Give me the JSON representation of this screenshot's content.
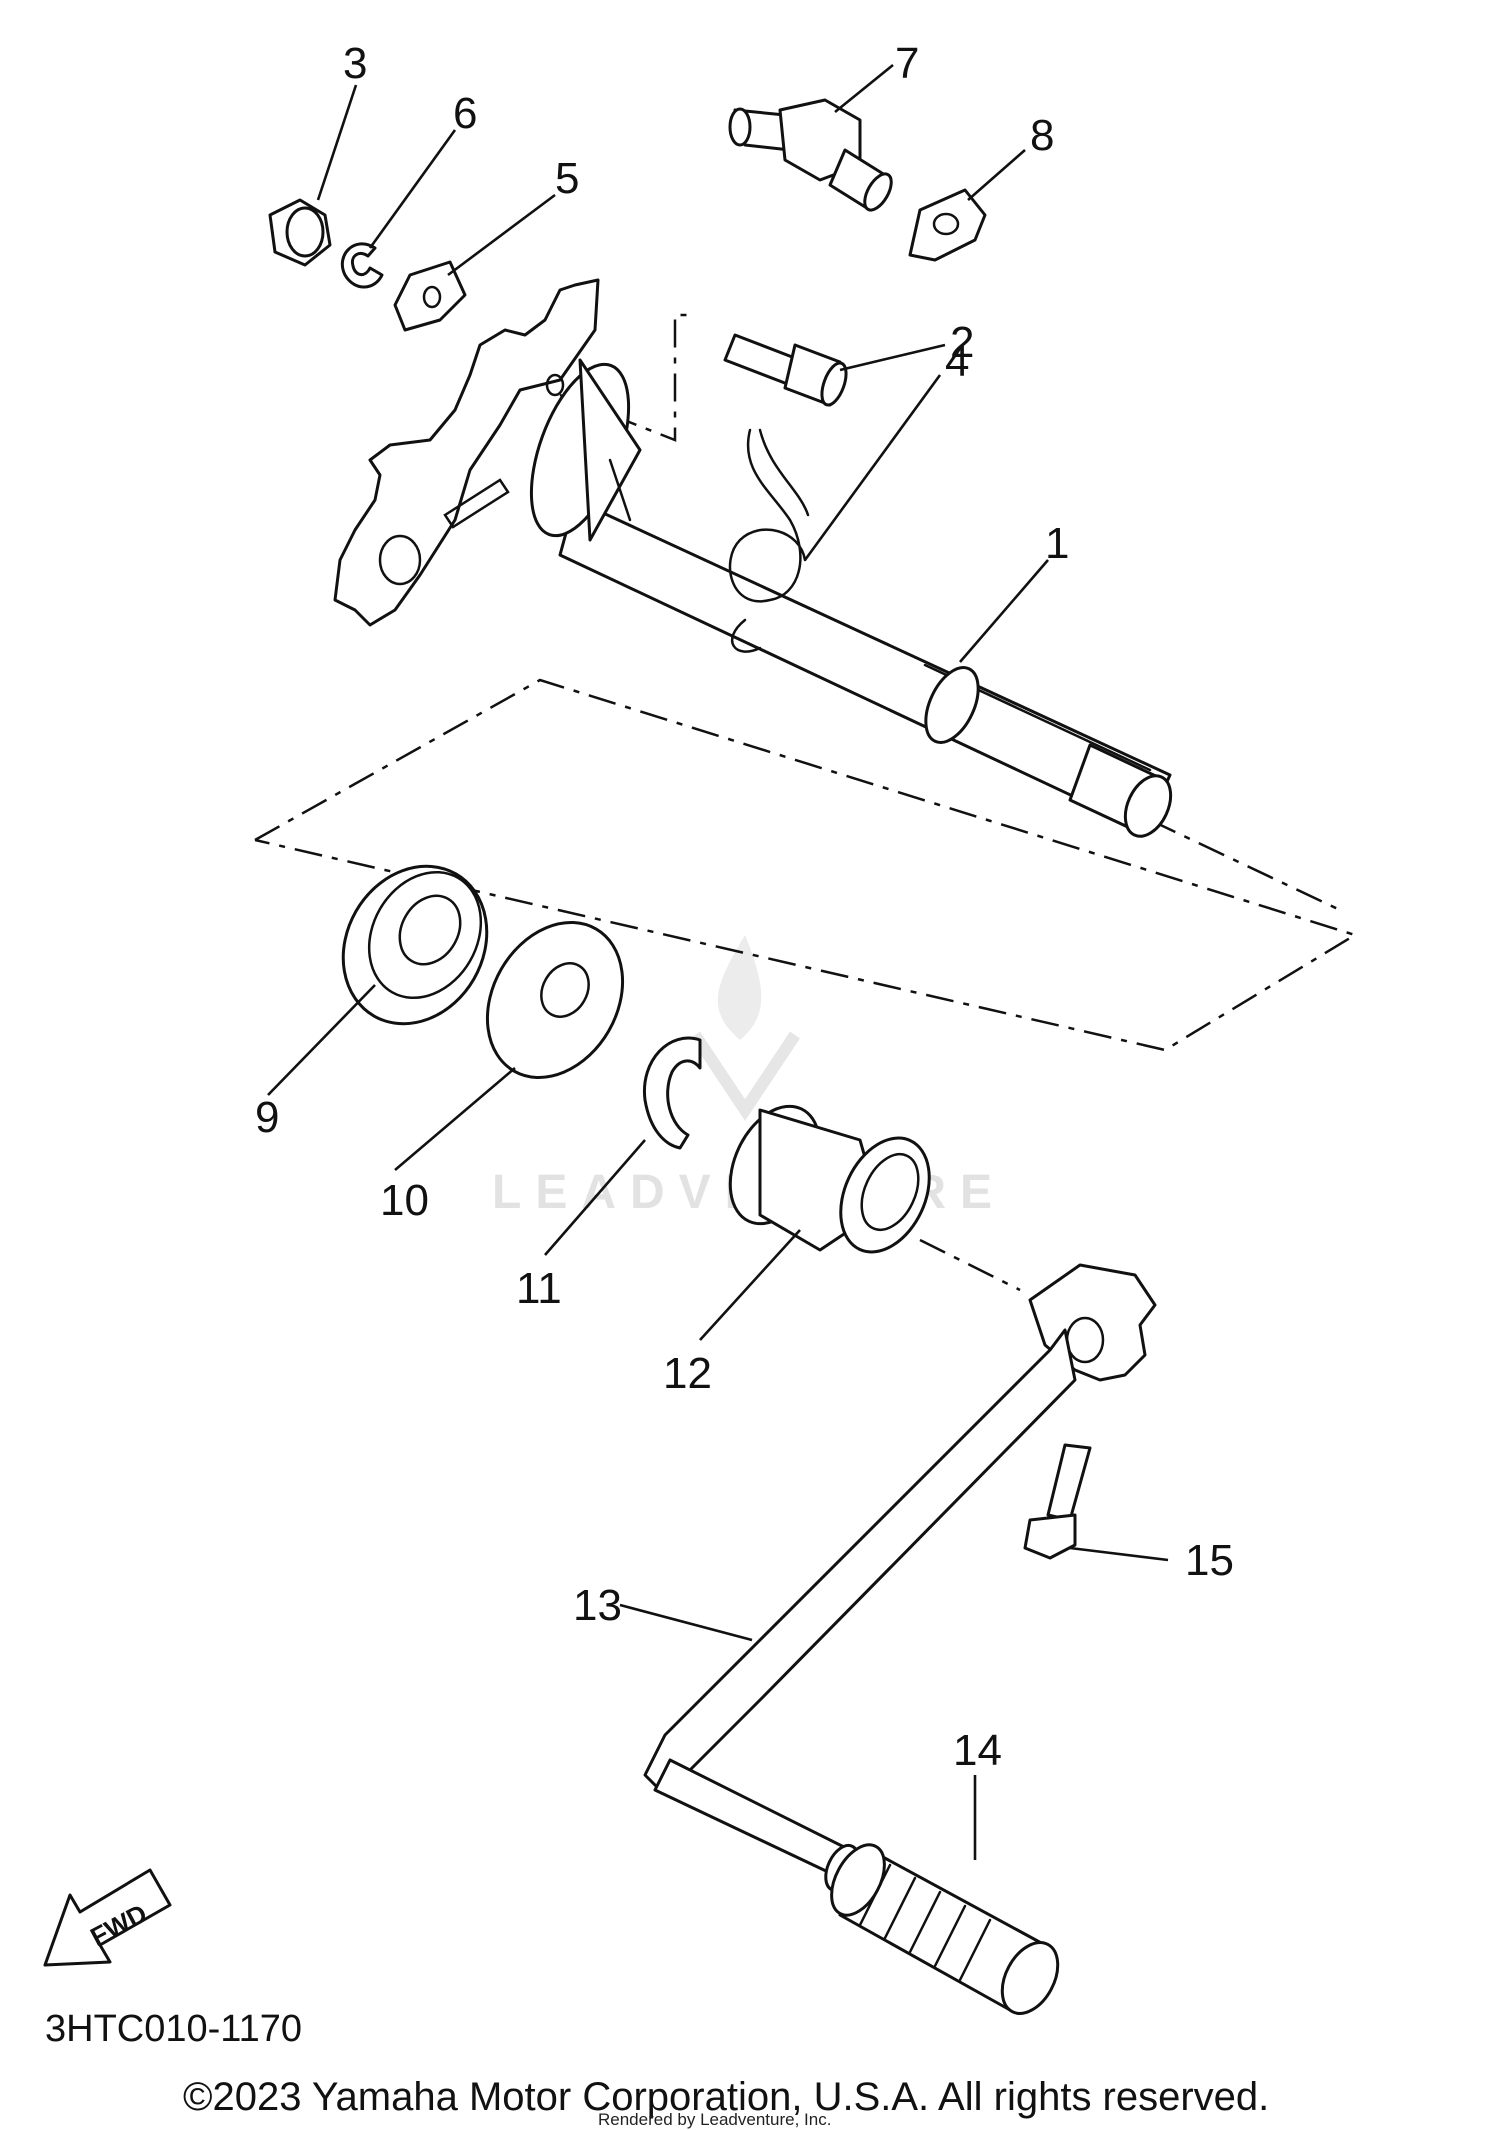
{
  "diagram": {
    "callouts": [
      {
        "id": "c1",
        "label": "1"
      },
      {
        "id": "c2",
        "label": "2"
      },
      {
        "id": "c3",
        "label": "3"
      },
      {
        "id": "c4",
        "label": "4"
      },
      {
        "id": "c5",
        "label": "5"
      },
      {
        "id": "c6",
        "label": "6"
      },
      {
        "id": "c7",
        "label": "7"
      },
      {
        "id": "c8",
        "label": "8"
      },
      {
        "id": "c9",
        "label": "9"
      },
      {
        "id": "c10",
        "label": "10"
      },
      {
        "id": "c11",
        "label": "11"
      },
      {
        "id": "c12",
        "label": "12"
      },
      {
        "id": "c13",
        "label": "13"
      },
      {
        "id": "c14",
        "label": "14"
      },
      {
        "id": "c15",
        "label": "15"
      }
    ],
    "fwd_label": "FWD",
    "watermark": "LEADVENTURE"
  },
  "diagram_code": "3HTC010-1170",
  "copyright": "©2023 Yamaha Motor Corporation, U.S.A. All rights reserved.",
  "rendered_by": "Rendered by Leadventure, Inc."
}
